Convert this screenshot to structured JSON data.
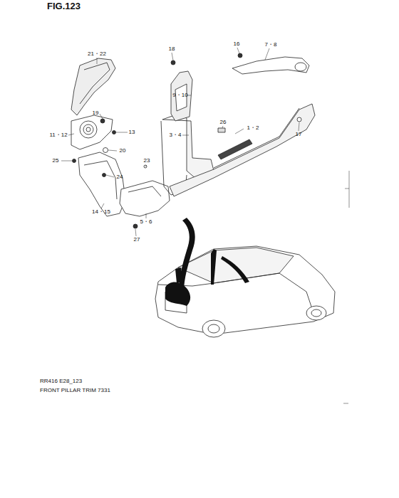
{
  "diagram": {
    "title": "FIG.123",
    "labels": [
      "21・22",
      "18",
      "16",
      "7・8",
      "9・10",
      "19",
      "11・12",
      "13",
      "26",
      "1・2",
      "3・4",
      "17",
      "20",
      "25",
      "23",
      "24",
      "14・15",
      "5・6",
      "27",
      "RR416 E28_123",
      "FRONT PILLAR TRIM 7331"
    ]
  }
}
